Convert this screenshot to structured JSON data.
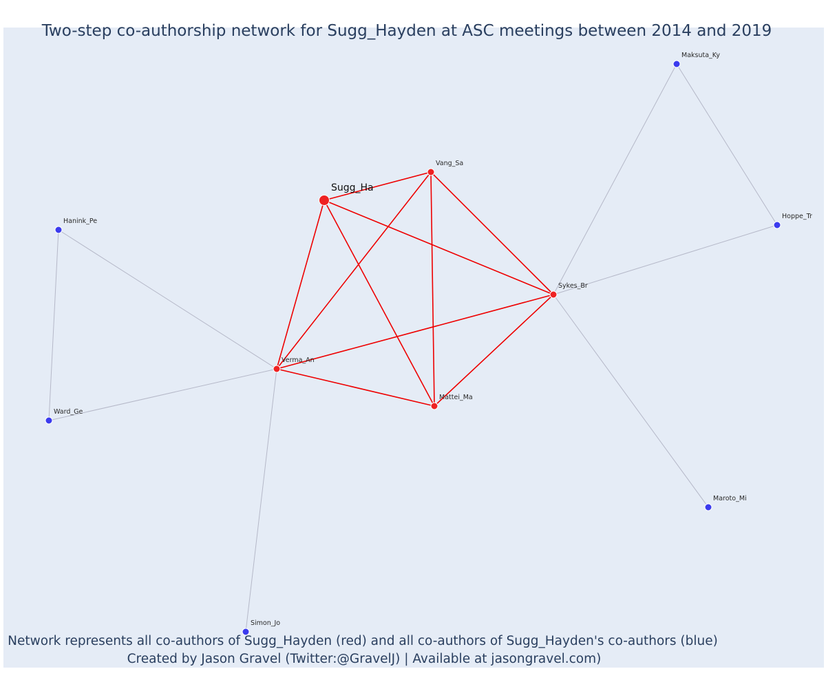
{
  "title": "Two-step co-authorship network for Sugg_Hayden at ASC meetings between 2014 and 2019",
  "caption": {
    "line1": "Network represents all co-authors of Sugg_Hayden (red) and all co-authors of Sugg_Hayden's co-authors (blue)",
    "line2": "Created by Jason Gravel (Twitter:@GravelJ) | Available at jasongravel.com)"
  },
  "colors": {
    "plot_background": "#e5ecf6",
    "coauthor_node": "#ee2222",
    "second_step_node": "#3b3bee",
    "coauthor_edge": "#ee0000",
    "second_step_edge": "#b5b8c8",
    "node_outline": "#ffffff"
  },
  "nodes": [
    {
      "id": "Sugg_Ha",
      "label": "Sugg_Ha",
      "group": "focal"
    },
    {
      "id": "Vang_Sa",
      "label": "Vang_Sa",
      "group": "coauthor"
    },
    {
      "id": "Sykes_Br",
      "label": "Sykes_Br",
      "group": "coauthor"
    },
    {
      "id": "Verma_An",
      "label": "Verma_An",
      "group": "coauthor"
    },
    {
      "id": "Mattei_Ma",
      "label": "Mattei_Ma",
      "group": "coauthor"
    },
    {
      "id": "Maksuta_Ky",
      "label": "Maksuta_Ky",
      "group": "second"
    },
    {
      "id": "Hoppe_Tr",
      "label": "Hoppe_Tr",
      "group": "second"
    },
    {
      "id": "Hanink_Pe",
      "label": "Hanink_Pe",
      "group": "second"
    },
    {
      "id": "Ward_Ge",
      "label": "Ward_Ge",
      "group": "second"
    },
    {
      "id": "Maroto_Mi",
      "label": "Maroto_Mi",
      "group": "second"
    },
    {
      "id": "Simon_Jo",
      "label": "Simon_Jo",
      "group": "second"
    }
  ],
  "edges": [
    {
      "source": "Sugg_Ha",
      "target": "Vang_Sa",
      "type": "coauthor"
    },
    {
      "source": "Sugg_Ha",
      "target": "Sykes_Br",
      "type": "coauthor"
    },
    {
      "source": "Sugg_Ha",
      "target": "Verma_An",
      "type": "coauthor"
    },
    {
      "source": "Sugg_Ha",
      "target": "Mattei_Ma",
      "type": "coauthor"
    },
    {
      "source": "Vang_Sa",
      "target": "Sykes_Br",
      "type": "coauthor"
    },
    {
      "source": "Vang_Sa",
      "target": "Verma_An",
      "type": "coauthor"
    },
    {
      "source": "Vang_Sa",
      "target": "Mattei_Ma",
      "type": "coauthor"
    },
    {
      "source": "Sykes_Br",
      "target": "Verma_An",
      "type": "coauthor"
    },
    {
      "source": "Sykes_Br",
      "target": "Mattei_Ma",
      "type": "coauthor"
    },
    {
      "source": "Verma_An",
      "target": "Mattei_Ma",
      "type": "coauthor"
    },
    {
      "source": "Sykes_Br",
      "target": "Maksuta_Ky",
      "type": "second"
    },
    {
      "source": "Sykes_Br",
      "target": "Hoppe_Tr",
      "type": "second"
    },
    {
      "source": "Sykes_Br",
      "target": "Maroto_Mi",
      "type": "second"
    },
    {
      "source": "Maksuta_Ky",
      "target": "Hoppe_Tr",
      "type": "second"
    },
    {
      "source": "Verma_An",
      "target": "Hanink_Pe",
      "type": "second"
    },
    {
      "source": "Verma_An",
      "target": "Ward_Ge",
      "type": "second"
    },
    {
      "source": "Verma_An",
      "target": "Simon_Jo",
      "type": "second"
    },
    {
      "source": "Hanink_Pe",
      "target": "Ward_Ge",
      "type": "second"
    }
  ]
}
